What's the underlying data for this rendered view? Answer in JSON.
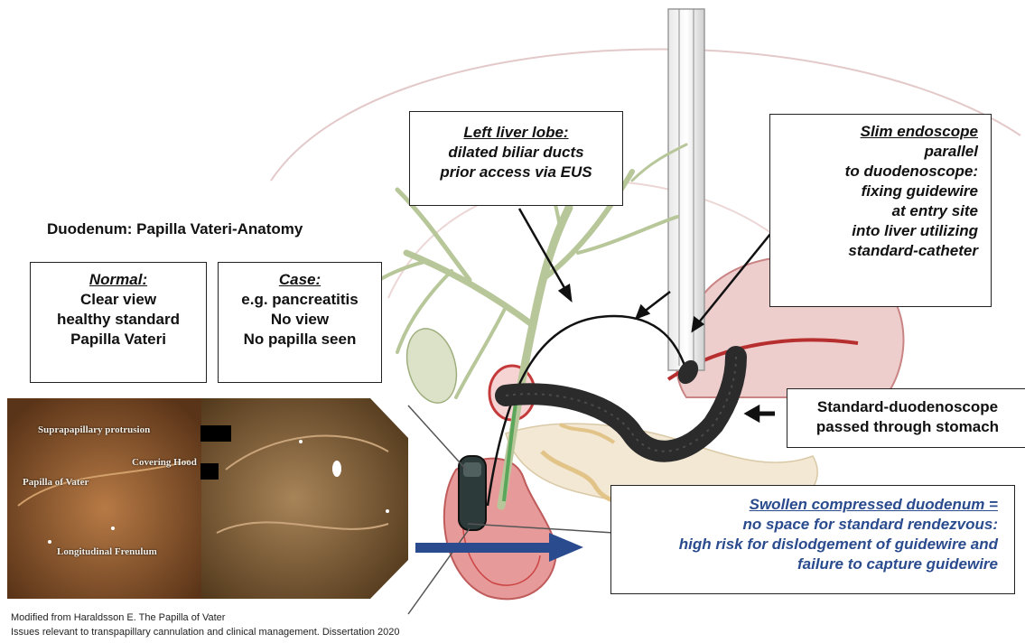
{
  "title": "Duodenum: Papilla Vateri-Anatomy",
  "boxes": {
    "normal": {
      "header": "Normal:",
      "lines": [
        "Clear view",
        "healthy standard",
        "Papilla Vateri"
      ]
    },
    "case": {
      "header": "Case:",
      "lines": [
        "e.g. pancreatitis",
        "No view",
        "No papilla seen"
      ]
    },
    "liver": {
      "header": "Left liver lobe:",
      "lines": [
        "dilated biliar ducts",
        "prior access via EUS"
      ]
    },
    "slim": {
      "header": "Slim endoscope",
      "lines": [
        "parallel",
        "to duodenoscope:",
        "fixing guidewire",
        "at entry site",
        "into liver utilizing",
        "standard-catheter"
      ]
    },
    "duodenoscope": {
      "lines": [
        "Standard-duodenoscope",
        "passed through stomach"
      ]
    },
    "swollen": {
      "header": "Swollen compressed duodenum =",
      "lines": [
        "no space for standard rendezvous:",
        "high risk for dislodgement of guidewire and",
        "failure to capture guidewire"
      ]
    }
  },
  "photo_labels": {
    "suprapapillary": "Suprapapillary protrusion",
    "hood": "Covering Hood",
    "papilla": "Papilla of Vater",
    "frenulum": "Longitudinal Frenulum"
  },
  "credit": {
    "line1": "Modified from Haraldsson E. The Papilla of Vater",
    "line2": "Issues relevant to transpapillary cannulation and clinical management. Dissertation 2020"
  },
  "colors": {
    "duct": "#b8c79a",
    "stomach": "#c98a8a",
    "endoscope": "#2b2b2b",
    "accent_blue": "#2a4b8d",
    "photo_left": "#8a5a32",
    "photo_right": "#7a5b34"
  }
}
